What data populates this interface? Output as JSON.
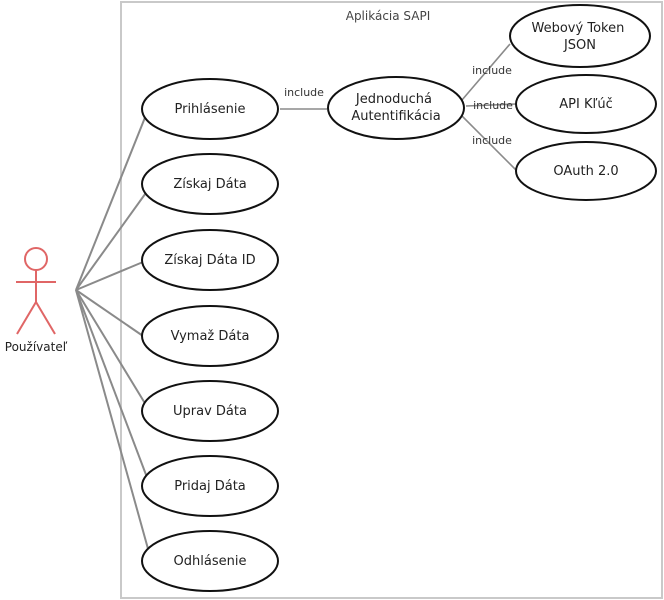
{
  "system": {
    "title": "Aplikácia SAPI"
  },
  "actor": {
    "label": "Používateľ",
    "color": "#e06666"
  },
  "use_cases": {
    "login": "Prihlásenie",
    "get_data": "Získaj Dáta",
    "get_data_id": "Získaj Dáta ID",
    "delete_data": "Vymaž Dáta",
    "edit_data": "Uprav Dáta",
    "add_data": "Pridaj Dáta",
    "logout": "Odhlásenie",
    "simple_auth": [
      "Jednoduchá",
      "Autentifikácia"
    ],
    "jwt": [
      "Webový Token",
      "JSON"
    ],
    "api_key": "API Kľúč",
    "oauth": "OAuth 2.0"
  },
  "relations": {
    "include_login_auth": "include",
    "include_auth_jwt": "include",
    "include_auth_apikey": "include",
    "include_auth_oauth": "include"
  }
}
